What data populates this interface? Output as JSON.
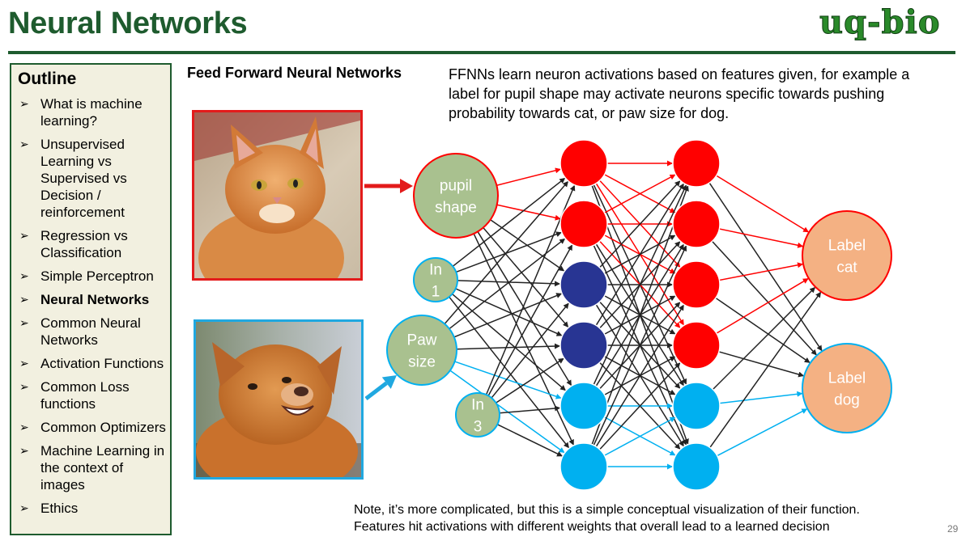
{
  "header": {
    "title": "Neural Networks",
    "logo": "uq-bio"
  },
  "outline": {
    "title": "Outline",
    "items": [
      {
        "label": "What is machine learning?",
        "active": false
      },
      {
        "label": "Unsupervised Learning vs Supervised vs Decision / reinforcement",
        "active": false
      },
      {
        "label": "Regression vs Classification",
        "active": false
      },
      {
        "label": "Simple Perceptron",
        "active": false
      },
      {
        "label": "Neural Networks",
        "active": true
      },
      {
        "label": "Common Neural Networks",
        "active": false
      },
      {
        "label": "Activation Functions",
        "active": false
      },
      {
        "label": "Common Loss functions",
        "active": false
      },
      {
        "label": "Common Optimizers",
        "active": false
      },
      {
        "label": "Machine Learning in the context of images",
        "active": false
      },
      {
        "label": "Ethics",
        "active": false
      }
    ]
  },
  "section_heading": "Feed Forward Neural Networks",
  "description": "FFNNs learn neuron activations based on features given, for example a label for pupil shape may activate neurons specific towards pushing probability towards cat, or paw size for dog.",
  "note": {
    "line1": "Note, it’s more complicated, but this is a simple conceptual visualization of their function.",
    "line2": "Features hit activations with different weights that overall lead to a learned decision"
  },
  "page_number": "29",
  "images": {
    "cat": "cat photo",
    "dog": "dog photo"
  },
  "network": {
    "inputs": [
      {
        "label_lines": [
          "pupil",
          "shape"
        ]
      },
      {
        "label_lines": [
          "In",
          "1"
        ]
      },
      {
        "label_lines": [
          "Paw",
          "size"
        ]
      },
      {
        "label_lines": [
          "In",
          "3"
        ]
      }
    ],
    "outputs": [
      {
        "label_lines": [
          "Label",
          "cat"
        ]
      },
      {
        "label_lines": [
          "Label",
          "dog"
        ]
      }
    ],
    "hidden1_states": [
      "red",
      "red",
      "navy",
      "navy",
      "blue",
      "blue"
    ],
    "hidden2_states": [
      "red",
      "red",
      "red",
      "red",
      "blue",
      "blue"
    ]
  },
  "colors": {
    "title_green": "#1e5b2e",
    "red": "#ff0000",
    "navy": "#283593",
    "blue": "#00b0f0",
    "input_green": "#a9c18f",
    "output_salmon": "#f4b183",
    "arrow_red": "#e31b1b",
    "arrow_blue": "#20a8e0"
  }
}
